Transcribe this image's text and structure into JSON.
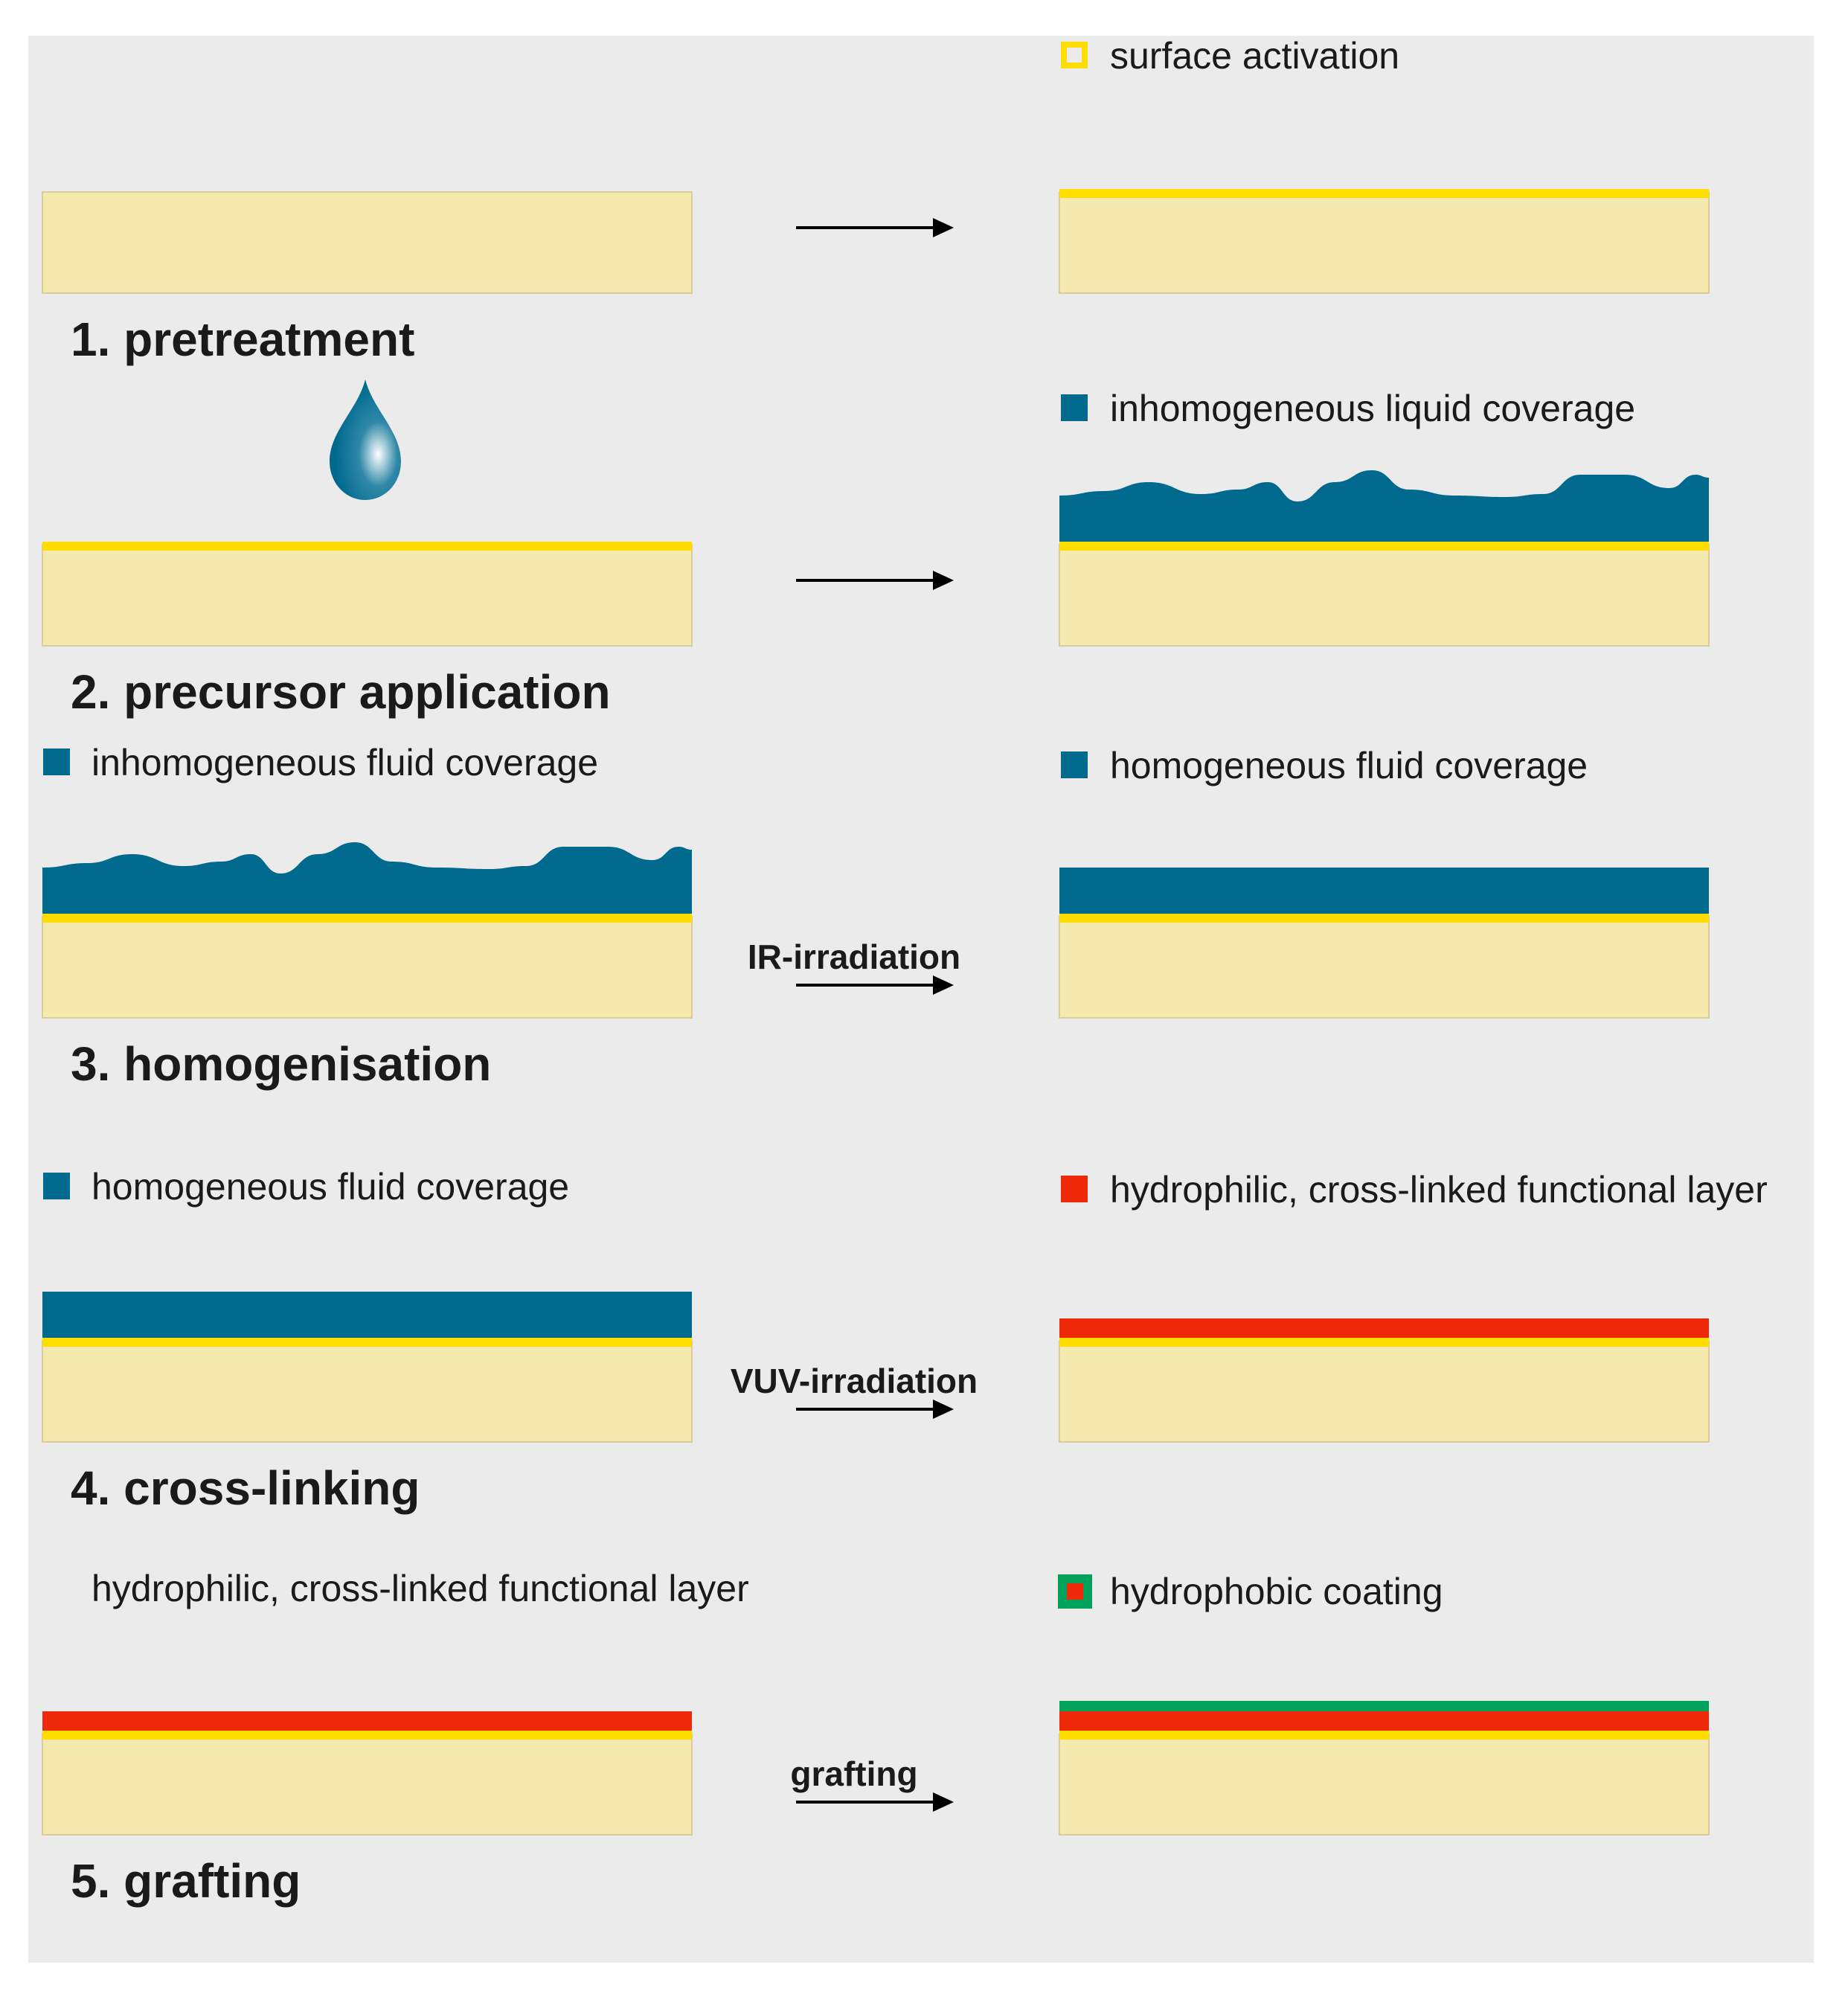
{
  "colors": {
    "background": "#ebebeb",
    "substrate": "#f5e9ad",
    "substrate_edge": "#d8cd9a",
    "activation": "#ffdd00",
    "fluid": "#006a8e",
    "hydrophilic": "#ee2a0a",
    "hydrophobic": "#00a15a",
    "text": "#1a1a1a"
  },
  "steps": [
    {
      "title": "1. pretreatment",
      "arrow_label": "",
      "left_legend": "",
      "right_legend": "surface activation",
      "right_legend_icon": "yellow-outline-square-icon",
      "before_layers": "bare",
      "after_layers": "activated"
    },
    {
      "title": "2. precursor application",
      "arrow_label": "",
      "left_legend": "",
      "right_legend": "inhomogeneous liquid coverage",
      "right_legend_icon": "blue-square-icon",
      "before_layers": "activated-with-droplet",
      "after_layers": "activated-wavy-fluid"
    },
    {
      "title": "3. homogenisation",
      "arrow_label": "IR-irradiation",
      "left_legend": "inhomogeneous fluid coverage",
      "left_legend_icon": "blue-square-icon",
      "right_legend": "homogeneous fluid coverage",
      "right_legend_icon": "blue-square-icon",
      "before_layers": "activated-wavy-fluid",
      "after_layers": "activated-flat-fluid"
    },
    {
      "title": "4. cross-linking",
      "arrow_label": "VUV-irradiation",
      "left_legend": "homogeneous fluid coverage",
      "left_legend_icon": "blue-square-icon",
      "right_legend": "hydrophilic, cross-linked functional layer",
      "right_legend_icon": "red-square-icon",
      "before_layers": "activated-flat-fluid",
      "after_layers": "activated-red"
    },
    {
      "title": "5. grafting",
      "arrow_label": "grafting",
      "left_legend": "hydrophilic, cross-linked functional layer",
      "right_legend": "hydrophobic coating",
      "right_legend_icon": "green-red-square-icon",
      "before_layers": "activated-red",
      "after_layers": "activated-red-green"
    }
  ]
}
